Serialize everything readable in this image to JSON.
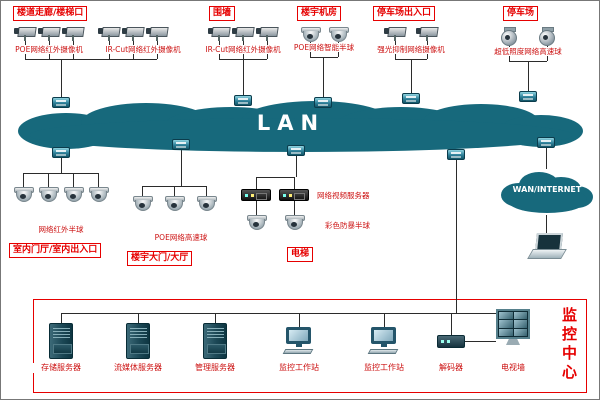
{
  "colors": {
    "accent_red": "#e60000",
    "cloud_teal": "#17697c"
  },
  "lan": {
    "label": "LAN"
  },
  "wan": {
    "label": "WAN/INTERNET"
  },
  "top_groups": [
    {
      "title": "楼道走廊/楼梯口",
      "labels": [
        "POE网络红外摄像机",
        "IR-Cut网络红外摄像机"
      ]
    },
    {
      "title": "围墙",
      "labels": [
        "IR-Cut网络红外摄像机"
      ]
    },
    {
      "title": "楼宇机房",
      "labels": [
        "POE网络智能半球"
      ]
    },
    {
      "title": "停车场出入口",
      "labels": [
        "强光抑制网络摄像机"
      ]
    },
    {
      "title": "停车场",
      "labels": [
        "超低照度网络高速球"
      ]
    }
  ],
  "mid_groups": [
    {
      "title": "室内门厅/室内出入口",
      "labels": [
        "网络红外半球"
      ]
    },
    {
      "title": "楼宇大门/大厅",
      "labels": [
        "POE网络高速球"
      ]
    },
    {
      "title": "电梯",
      "labels": [
        "网络视频服务器",
        "彩色防暴半球"
      ]
    }
  ],
  "monitor_center": {
    "title": "监控中心",
    "devices": [
      {
        "label": "存储服务器"
      },
      {
        "label": "流媒体服务器"
      },
      {
        "label": "管理服务器"
      },
      {
        "label": "监控工作站"
      },
      {
        "label": "监控工作站"
      },
      {
        "label": "解码器"
      },
      {
        "label": "电视墙"
      }
    ]
  }
}
